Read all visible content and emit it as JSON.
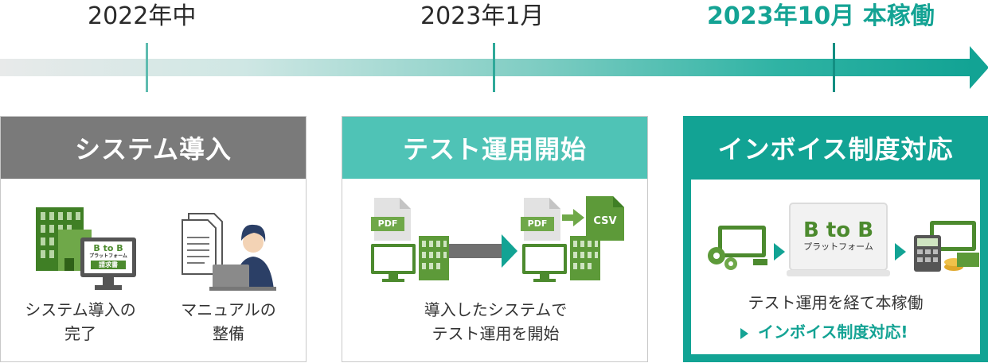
{
  "timeline": {
    "dates": [
      "2022年中",
      "2023年1月",
      "2023年10月 本稼働"
    ]
  },
  "cards": [
    {
      "title": "システム導入",
      "items": [
        "システム導入の\n完了",
        "マニュアルの\n整備"
      ],
      "logo": {
        "top": "B to B",
        "sub": "プラットフォーム",
        "label": "請求書"
      }
    },
    {
      "title": "テスト運用開始",
      "caption": "導入したシステムで\nテスト運用を開始",
      "doc_labels": [
        "PDF",
        "PDF",
        "CSV"
      ]
    },
    {
      "title": "インボイス制度対応",
      "caption": "テスト運用を経て本稼働",
      "cta": "インボイス制度対応!",
      "logo": {
        "top": "B to B",
        "sub": "プラットフォーム"
      }
    }
  ],
  "colors": {
    "gray_header": "#7a7a7a",
    "teal_light": "#4fc3b6",
    "teal": "#12a394",
    "green_icon": "#4c8a2e"
  }
}
